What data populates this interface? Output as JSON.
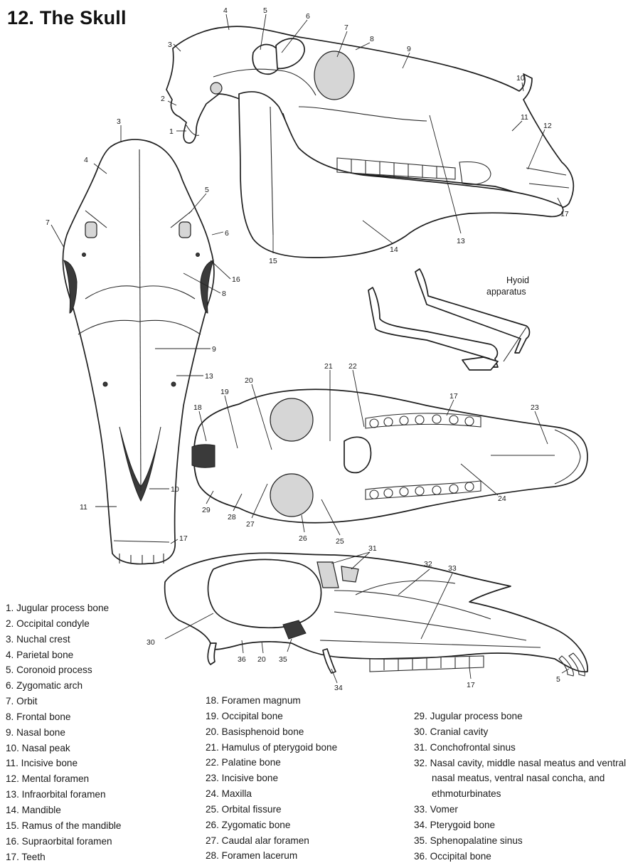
{
  "title": "12. The Skull",
  "hyoid_label": "Hyoid apparatus",
  "callouts": {
    "lateral": [
      "3",
      "4",
      "5",
      "6",
      "7",
      "8",
      "9",
      "10",
      "2",
      "1",
      "11",
      "12",
      "17",
      "13",
      "14",
      "15"
    ],
    "dorsal": [
      "3",
      "4",
      "5",
      "7",
      "6",
      "16",
      "8",
      "9",
      "13",
      "10",
      "11",
      "17"
    ],
    "ventral": [
      "21",
      "22",
      "20",
      "19",
      "18",
      "17",
      "23",
      "24",
      "29",
      "28",
      "27",
      "26",
      "25"
    ],
    "sagittal": [
      "31",
      "32",
      "33",
      "30",
      "36",
      "20",
      "35",
      "34",
      "17",
      "5"
    ]
  },
  "legend": [
    "1. Jugular process bone",
    "2. Occipital condyle",
    "3. Nuchal crest",
    "4. Parietal bone",
    "5. Coronoid process",
    "6. Zygomatic arch",
    "7. Orbit",
    "8. Frontal bone",
    "9. Nasal bone",
    "10. Nasal peak",
    "11. Incisive bone",
    "12. Mental foramen",
    "13. Infraorbital foramen",
    "14. Mandible",
    "15. Ramus of the mandible",
    "16. Supraorbital foramen",
    "17. Teeth",
    "18. Foramen magnum",
    "19. Occipital bone",
    "20. Basisphenoid bone",
    "21. Hamulus of pterygoid bone",
    "22. Palatine bone",
    "23. Incisive bone",
    "24. Maxilla",
    "25. Orbital fissure",
    "26. Zygomatic bone",
    "27. Caudal alar foramen",
    "28. Foramen lacerum",
    "29. Jugular process bone",
    "30. Cranial cavity",
    "31. Conchofrontal sinus",
    "32. Nasal cavity, middle nasal meatus and ventral nasal meatus, ventral nasal concha, and ethmoturbinates",
    "33. Vomer",
    "34. Pterygoid bone",
    "35. Sphenopalatine sinus",
    "36. Occipital bone"
  ]
}
